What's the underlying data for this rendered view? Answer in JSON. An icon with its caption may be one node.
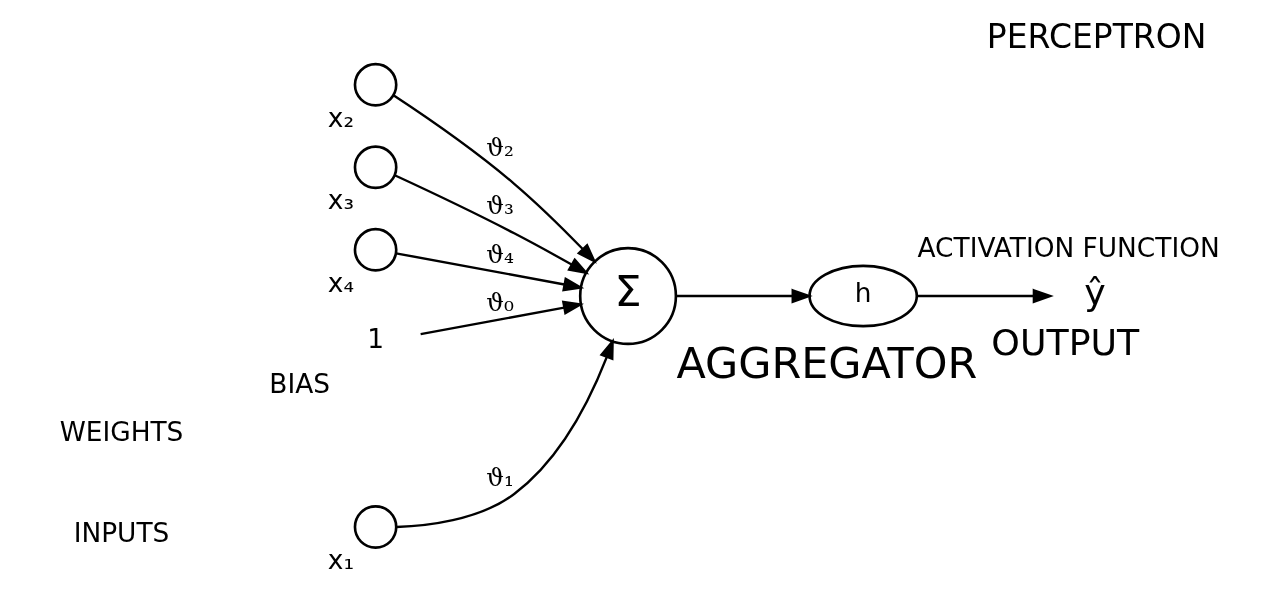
{
  "diagram": {
    "title": "PERCEPTRON",
    "nodes": [
      {
        "text": [],
        "shape": "circle",
        "beside": [
          "x₁"
        ]
      },
      {
        "text": [],
        "shape": "circle",
        "beside": [
          "x₂"
        ]
      },
      {
        "text": [],
        "shape": "circle",
        "beside": [
          "x₃"
        ]
      },
      {
        "text": [],
        "shape": "circle",
        "beside": [
          "x₄"
        ]
      },
      {
        "text": [
          "1"
        ],
        "beside": [
          "BIAS"
        ]
      },
      {
        "text": [
          "Σ"
        ],
        "beside": [
          "AGGREGATOR"
        ]
      },
      {
        "text": [
          "h"
        ],
        "beside": [
          "ACTIVATION FUNCTION"
        ]
      },
      {
        "text": [
          "ŷ"
        ],
        "beside": [
          "OUTPUT"
        ]
      }
    ],
    "edges": [
      {
        "from": 0,
        "to": 5,
        "arrow": "to",
        "label": "ϑ₁"
      },
      {
        "from": 1,
        "to": 5,
        "arrow": "to",
        "label": "ϑ₂"
      },
      {
        "from": 2,
        "to": 5,
        "arrow": "to",
        "label": "ϑ₃"
      },
      {
        "from": 3,
        "to": 5,
        "arrow": "to",
        "label": "ϑ₄"
      },
      {
        "from": 4,
        "to": 5,
        "arrow": "to",
        "label": "ϑ₀"
      },
      {
        "from": 5,
        "to": 6,
        "arrow": "to"
      },
      {
        "from": 6,
        "to": 7,
        "arrow": "to"
      }
    ],
    "labels": [
      "WEIGHTS",
      "INPUTS"
    ]
  }
}
